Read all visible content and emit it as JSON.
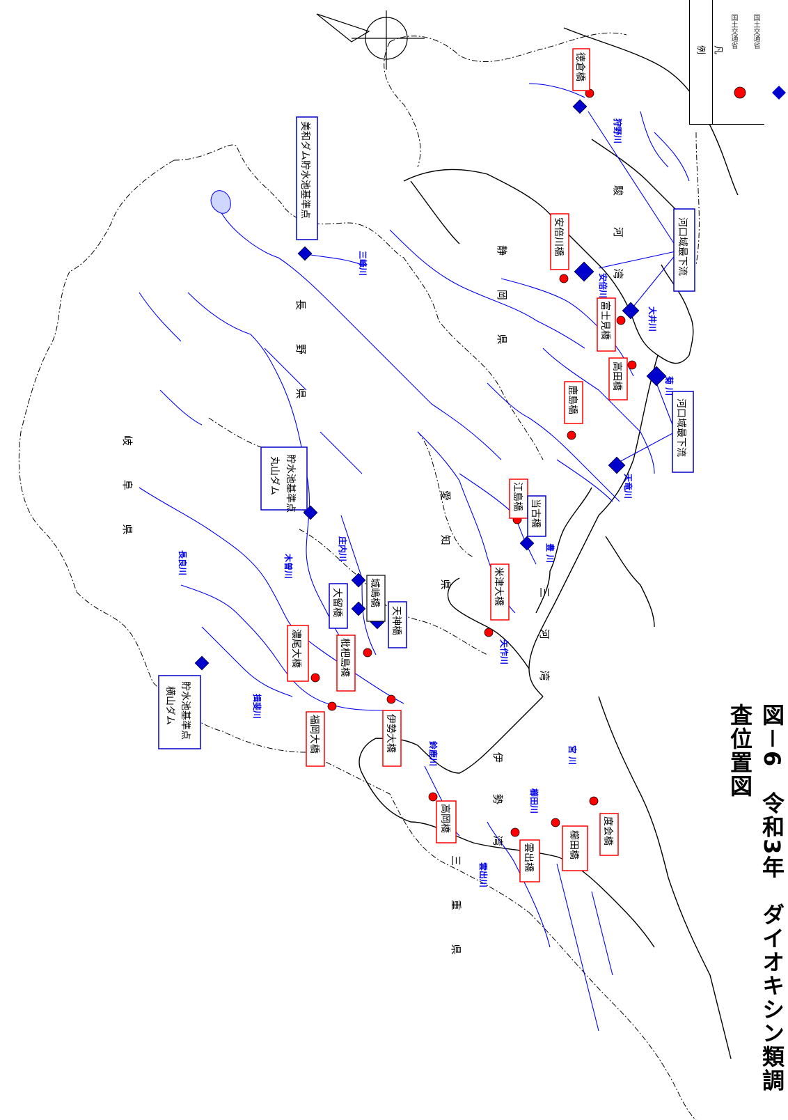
{
  "legend": {
    "title": "凡 例",
    "item1": "国土交通省",
    "item2": "国土交通省"
  },
  "figure_title": "図－6　令和3年　ダイオキシン類調査位置図",
  "colors": {
    "river": "#0000ee",
    "circle": "#ff0000",
    "diamond": "#0000cc",
    "box_red": "#ff0000",
    "box_blue": "#0000cc"
  },
  "prefectures": {
    "gifu": "岐 阜 県",
    "nagano": "長 野 県",
    "shizuoka": "静 岡 県",
    "aichi": "愛 知 県",
    "mie": "三 重 県"
  },
  "bays": {
    "suruga": "駿 河 湾",
    "mikawa": "三 河 湾",
    "ise": "伊 勢 湾"
  },
  "rivers": {
    "nagara": "長良川",
    "kiso": "木曽川",
    "shonai": "庄内川",
    "ibi": "揖斐川",
    "suzuka": "鈴鹿川",
    "kushida": "櫛田川",
    "miya": "宮 川",
    "unsyutsu": "雲出川",
    "yahagi": "矢作川",
    "toyo": "豊 川",
    "tenryu": "天竜川",
    "kiku": "菊 川",
    "oi": "大井川",
    "abe": "安倍川",
    "kano": "狩野川",
    "mine": "三峰川"
  },
  "stations": {
    "miwa_dam": "美和ダム貯水池基準点",
    "maruyama_dam_1": "丸山ダム",
    "maruyama_dam_2": "貯水池基準点",
    "yokoyama_dam_1": "横山ダム",
    "yokoyama_dam_2": "貯水池基準点",
    "nobi": "濃尾大橋",
    "biwajima": "枇杷島橋",
    "odome": "大留橋",
    "shiroyashiki": "城嶋橋",
    "tenjin": "天神橋",
    "fukuoka": "福岡大橋",
    "ise": "伊勢大橋",
    "takaoka": "高岡橋",
    "kumozu": "雲出橋",
    "kushida_b": "櫛田橋",
    "watarai": "度会橋",
    "yonezu": "米津大橋",
    "ejima": "江島橋",
    "toko": "当古橋",
    "kashima": "鹿島橋",
    "takada": "高田橋",
    "fujimi": "富士見橋",
    "abekawa": "安倍川橋",
    "tokura": "徳倉橋",
    "kakou1": "河口域最下流",
    "kakou2": "河口域最下流"
  }
}
